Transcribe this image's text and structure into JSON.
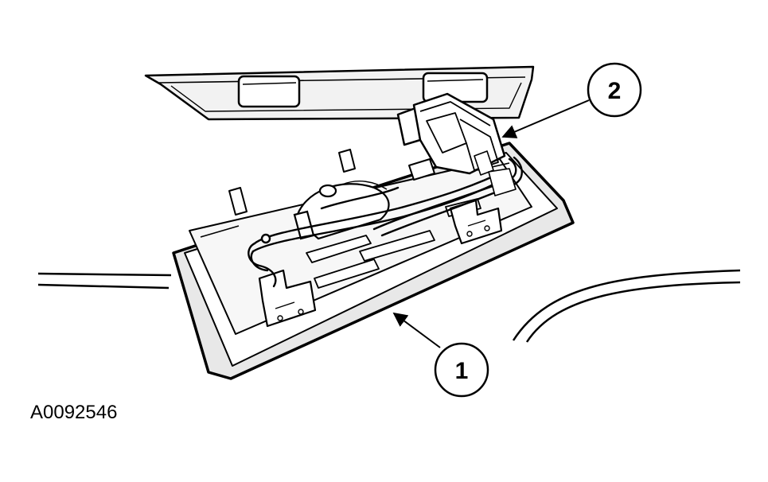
{
  "figure": {
    "id_label": "A0092546"
  },
  "callouts": [
    {
      "number": "1"
    },
    {
      "number": "2"
    }
  ],
  "colors": {
    "ink": "#000000",
    "background": "#ffffff",
    "lens": "#e8e8e8",
    "panel": "#f2f2f2"
  }
}
